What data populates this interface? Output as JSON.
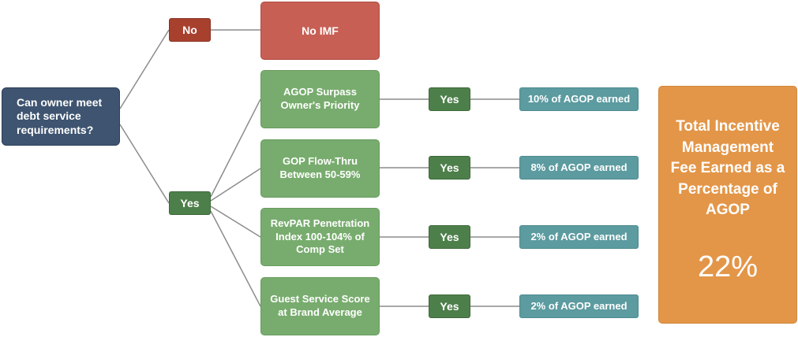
{
  "question": "Can owner meet debt service requirements?",
  "answer_no": "No",
  "answer_yes": "Yes",
  "no_outcome": "No IMF",
  "criteria": [
    {
      "label": "AGOP Surpass Owner's Priority",
      "answer": "Yes",
      "result": "10% of AGOP earned"
    },
    {
      "label": "GOP Flow-Thru Between 50-59%",
      "answer": "Yes",
      "result": "8% of AGOP earned"
    },
    {
      "label": "RevPAR Penetration Index 100-104% of Comp Set",
      "answer": "Yes",
      "result": "2% of AGOP earned"
    },
    {
      "label": "Guest Service Score at Brand Average",
      "answer": "Yes",
      "result": "2% of AGOP earned"
    }
  ],
  "total": {
    "label": "Total Incentive Management Fee Earned as a Percentage of AGOP",
    "value": "22%"
  },
  "colors": {
    "question": "#3e5470",
    "no": "#a8402e",
    "yes": "#4d7f4a",
    "no_imf": "#c75f54",
    "criterion": "#78ac6e",
    "result": "#5c9ba0",
    "total": "#e39648"
  }
}
